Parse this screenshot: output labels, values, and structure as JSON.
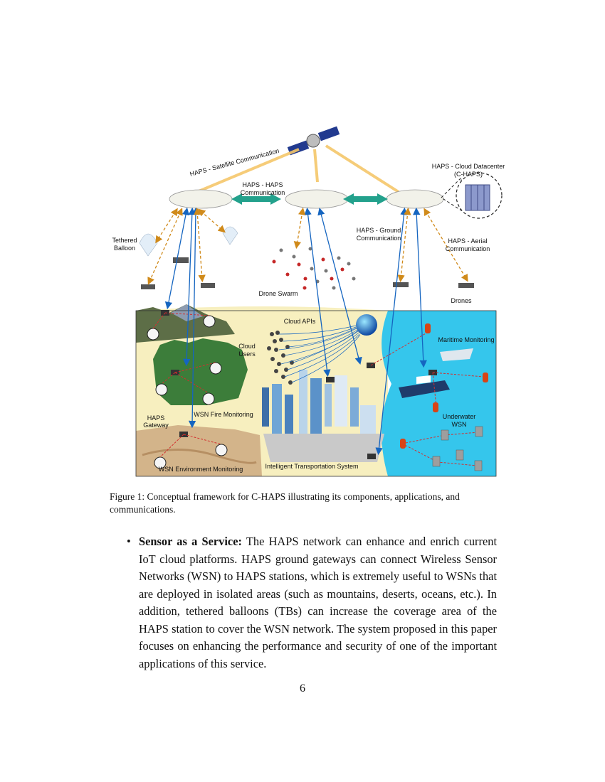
{
  "figure": {
    "labels": {
      "satellite_comm": "HAPS - Satellite Communication",
      "haps_haps_1": "HAPS - HAPS",
      "haps_haps_2": "Communication",
      "cloud_dc_1": "HAPS - Cloud Datacenter",
      "cloud_dc_2": "(C-HAPS)",
      "tethered_1": "Tethered",
      "tethered_2": "Balloon",
      "ground_comm_1": "HAPS - Ground",
      "ground_comm_2": "Communication",
      "aerial_comm_1": "HAPS - Aerial",
      "aerial_comm_2": "Communication",
      "drone_swarm": "Drone Swarm",
      "drones": "Drones",
      "cloud_apis": "Cloud APIs",
      "cloud_users_1": "Cloud",
      "cloud_users_2": "Users",
      "maritime": "Maritime Monitoring",
      "fire": "WSN Fire Monitoring",
      "gateway_1": "HAPS",
      "gateway_2": "Gateway",
      "underwater_1": "Underwater",
      "underwater_2": "WSN",
      "env": "WSN Environment Monitoring",
      "its": "Intelligent Transportation System"
    }
  },
  "caption": "Figure 1: Conceptual framework for C-HAPS illustrating its components, applications, and communications.",
  "bullet": {
    "title": "Sensor as a Service:",
    "body": "The HAPS network can enhance and enrich current IoT cloud platforms. HAPS ground gateways can connect Wireless Sensor Networks (WSN) to HAPS stations, which is extremely useful to WSNs that are deployed in isolated areas (such as mountains, deserts, oceans, etc.). In addition, tethered balloons (TBs) can increase the coverage area of the HAPS station to cover the WSN network. The system proposed in this paper focuses on enhancing the performance and security of one of the important applications of this service."
  },
  "page_number": "6"
}
